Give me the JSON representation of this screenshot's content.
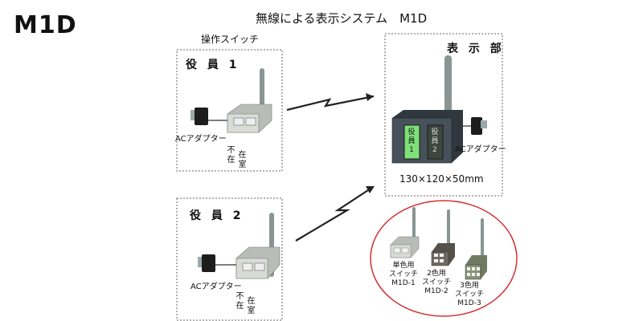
{
  "model": "M1D",
  "title": "無線による表示システム　M1D",
  "operation_switch_label": "操作スイッチ",
  "officer1": {
    "label": "役 員 1",
    "adapter": "ACアダプター",
    "btn_absent": [
      "不",
      "在"
    ],
    "btn_present": [
      "在",
      "室"
    ]
  },
  "officer2": {
    "label": "役 員 2",
    "adapter": "ACアダプター",
    "btn_absent": [
      "不",
      "在"
    ],
    "btn_present": [
      "在",
      "室"
    ]
  },
  "display_unit": {
    "label": "表 示 部",
    "lamp1": [
      "役",
      "員",
      "1"
    ],
    "lamp2": [
      "役",
      "員",
      "2"
    ],
    "adapter": "ACアダプター",
    "dimensions": "130×120×50mm"
  },
  "switch_variants": [
    {
      "lines": [
        "単色用",
        "スイッチ",
        "M1D-1"
      ]
    },
    {
      "lines": [
        "2色用",
        "スイッチ",
        "M1D-2"
      ]
    },
    {
      "lines": [
        "3色用",
        "スイッチ",
        "M1D-3"
      ]
    }
  ],
  "colors": {
    "lamp_on": "#7fe07a",
    "device_body": "#3f4a52",
    "variant_ring": "#d32f2f"
  }
}
